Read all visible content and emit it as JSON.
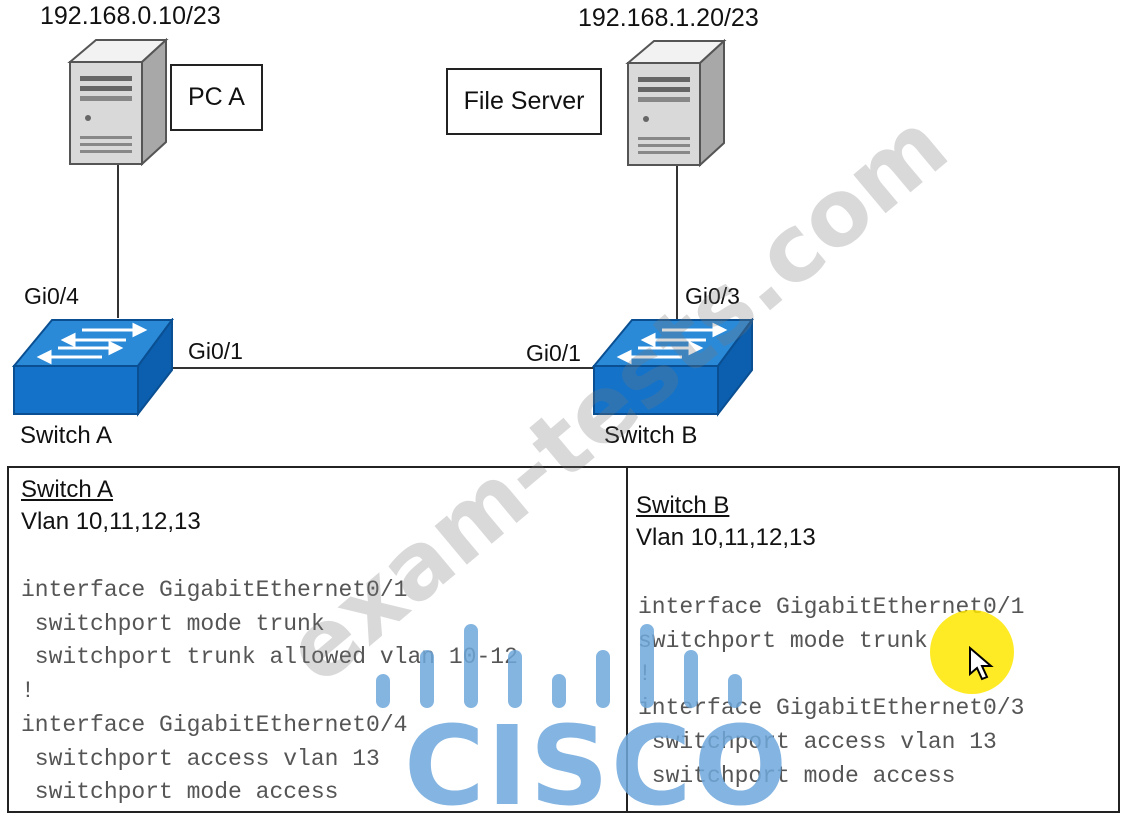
{
  "topology": {
    "pc_a": {
      "ip": "192.168.0.10/23",
      "label": "PC A"
    },
    "file_server": {
      "ip": "192.168.1.20/23",
      "label": "File Server"
    },
    "switch_a": {
      "name": "Switch A",
      "port_access": "Gi0/4",
      "port_trunk": "Gi0/1"
    },
    "switch_b": {
      "name": "Switch B",
      "port_access": "Gi0/3",
      "port_trunk": "Gi0/1"
    }
  },
  "config_a": {
    "title": "Switch A",
    "vlans": "Vlan 10,11,12,13",
    "lines": [
      "interface GigabitEthernet0/1",
      " switchport mode trunk",
      " switchport trunk allowed vlan 10-12",
      "!",
      "interface GigabitEthernet0/4",
      " switchport access vlan 13",
      " switchport mode access"
    ]
  },
  "config_b": {
    "title": "Switch B",
    "vlans": "Vlan 10,11,12,13",
    "lines": [
      "interface GigabitEthernet0/1",
      "switchport mode trunk",
      "!",
      "interface GigabitEthernet0/3",
      " switchport access vlan 13",
      " switchport mode access"
    ]
  },
  "watermark": {
    "text": "exam-tests.com"
  },
  "brand": {
    "text": "CISCO",
    "color": "#6fa8dc"
  },
  "colors": {
    "switch_top": "#2a8ad8",
    "switch_side": "#0b5fae",
    "highlight": "#ffe600"
  }
}
